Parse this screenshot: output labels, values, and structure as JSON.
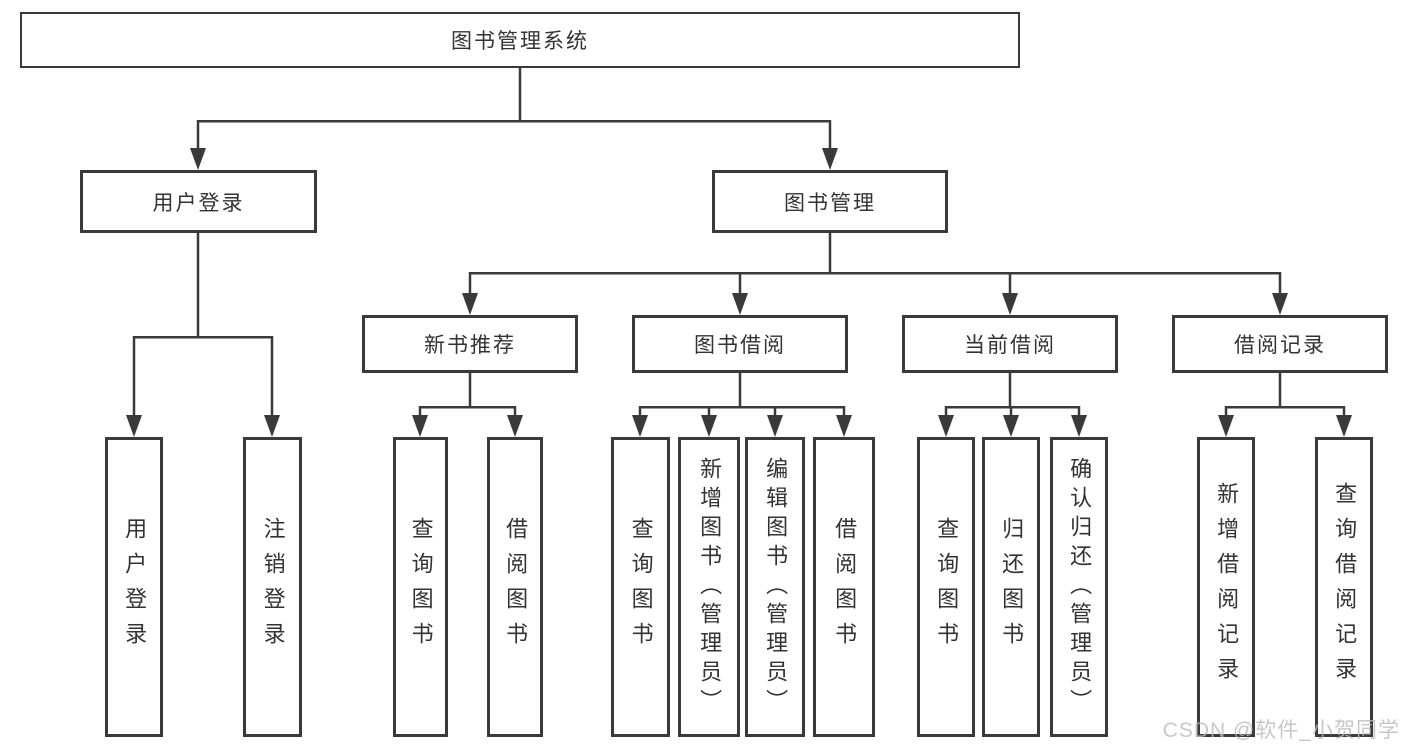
{
  "root": {
    "label": "图书管理系统"
  },
  "branches": [
    {
      "label": "用户登录",
      "children": [
        {
          "label": "用户登录"
        },
        {
          "label": "注销登录"
        }
      ]
    },
    {
      "label": "图书管理",
      "children": [
        {
          "label": "新书推荐",
          "children": [
            {
              "label": "查询图书"
            },
            {
              "label": "借阅图书"
            }
          ]
        },
        {
          "label": "图书借阅",
          "children": [
            {
              "label": "查询图书"
            },
            {
              "label": "新增图书（管理员）"
            },
            {
              "label": "编辑图书（管理员）"
            },
            {
              "label": "借阅图书"
            }
          ]
        },
        {
          "label": "当前借阅",
          "children": [
            {
              "label": "查询图书"
            },
            {
              "label": "归还图书"
            },
            {
              "label": "确认归还（管理员）"
            }
          ]
        },
        {
          "label": "借阅记录",
          "children": [
            {
              "label": "新增借阅记录"
            },
            {
              "label": "查询借阅记录"
            }
          ]
        }
      ]
    }
  ],
  "watermark": "CSDN @软件_小贺同学",
  "colors": {
    "line": "#3a3a3a",
    "text": "#333333",
    "box_fill": "#ffffff",
    "watermark": "#b9b9b9"
  }
}
